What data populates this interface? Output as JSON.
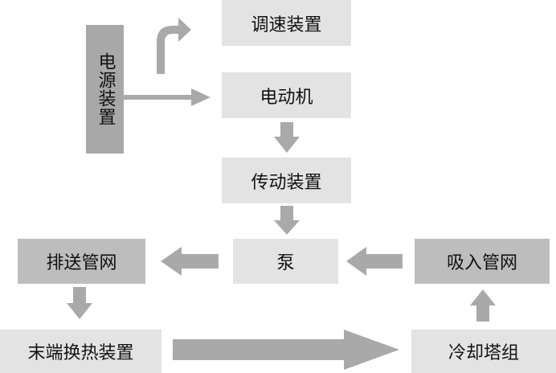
{
  "nodes": {
    "power": "电源装置",
    "speed_control": "调速装置",
    "motor": "电动机",
    "transmission": "传动装置",
    "pump": "泵",
    "discharge_pipe": "排送管网",
    "suction_pipe": "吸入管网",
    "terminal_exchanger": "末端换热装置",
    "cooling_tower": "冷却塔组"
  },
  "colors": {
    "light_box": "#e3e3e3",
    "dark_box": "#bdbdbd",
    "power_box": "#a8a8a8",
    "arrow": "#a9a9a9"
  }
}
